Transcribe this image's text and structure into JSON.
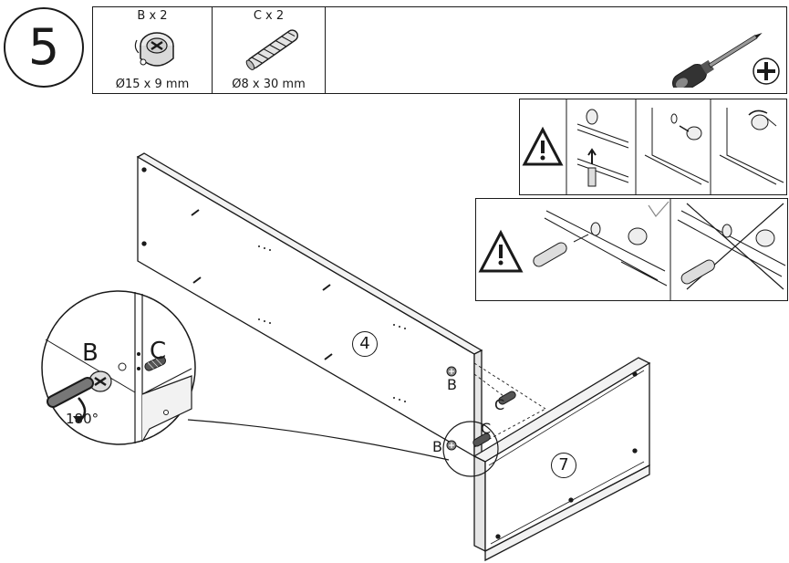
{
  "step": {
    "number": "5"
  },
  "parts": [
    {
      "qty": "B x 2",
      "size": "Ø15 x 9 mm",
      "icon": "cam-lock-icon"
    },
    {
      "qty": "C x 2",
      "size": "Ø8 x 30 mm",
      "icon": "dowel-icon"
    }
  ],
  "tools": {
    "icon": "phillips-screwdriver-icon"
  },
  "labels": {
    "panel_top": "4",
    "panel_bottom": "7",
    "part_b": "B",
    "part_c": "C",
    "zoom_b": "B",
    "zoom_c": "C",
    "rotation": "180°"
  },
  "colors": {
    "line": "#1a1a1a",
    "background": "#ffffff"
  }
}
